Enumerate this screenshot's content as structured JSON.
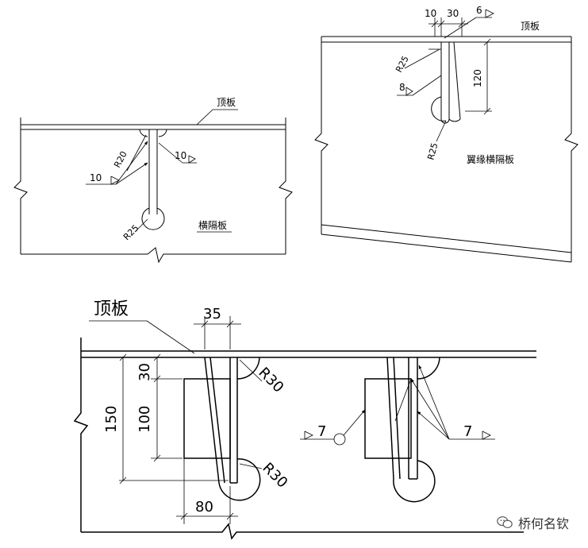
{
  "diagram": {
    "top_left": {
      "top_plate_label": "顶板",
      "diaphragm_label": "横隔板",
      "r_small": "R20",
      "r_bottom": "R25",
      "weld_left": "10",
      "weld_right": "10"
    },
    "top_right": {
      "top_plate_label": "顶板",
      "diaphragm_label": "翼缘横隔板",
      "dim_10": "10",
      "dim_30": "30",
      "weld_6": "6",
      "r_top": "R25",
      "weld_8": "8",
      "dim_120": "120",
      "r_bottom": "R25"
    },
    "bottom": {
      "top_plate_label": "顶板",
      "dim_35": "35",
      "dim_30": "30",
      "dim_150": "150",
      "dim_100": "100",
      "r30_top": "R30",
      "r30_bottom": "R30",
      "dim_80": "80",
      "weld_left": "7",
      "weld_right": "7"
    }
  },
  "watermark": {
    "text": "桥何名钦"
  }
}
